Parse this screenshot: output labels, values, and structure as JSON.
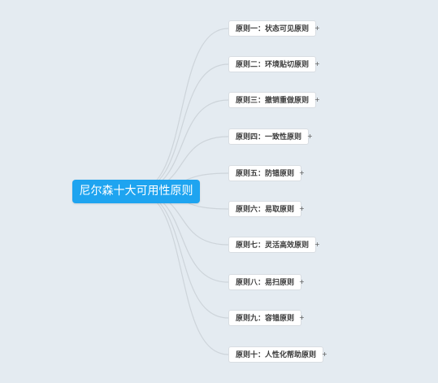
{
  "mindmap": {
    "root": {
      "label": "尼尔森十大可用性原则"
    },
    "branches": [
      {
        "label": "原则一：状态可见原则",
        "expand_icon": "plus-icon"
      },
      {
        "label": "原则二：环境贴切原则",
        "expand_icon": "plus-icon"
      },
      {
        "label": "原则三：撤销重做原则",
        "expand_icon": "plus-icon"
      },
      {
        "label": "原则四：一致性原则",
        "expand_icon": "plus-icon"
      },
      {
        "label": "原则五：防错原则",
        "expand_icon": "plus-icon"
      },
      {
        "label": "原则六：易取原则",
        "expand_icon": "plus-icon"
      },
      {
        "label": "原则七：灵活高效原则",
        "expand_icon": "plus-icon"
      },
      {
        "label": "原则八：易扫原则",
        "expand_icon": "plus-icon"
      },
      {
        "label": "原则九：容错原则",
        "expand_icon": "plus-icon"
      },
      {
        "label": "原则十：人性化帮助原则",
        "expand_icon": "plus-icon"
      }
    ],
    "colors": {
      "background": "#e4ebf1",
      "root_fill": "#1ea4f0",
      "connector": "#cdd4da"
    }
  }
}
